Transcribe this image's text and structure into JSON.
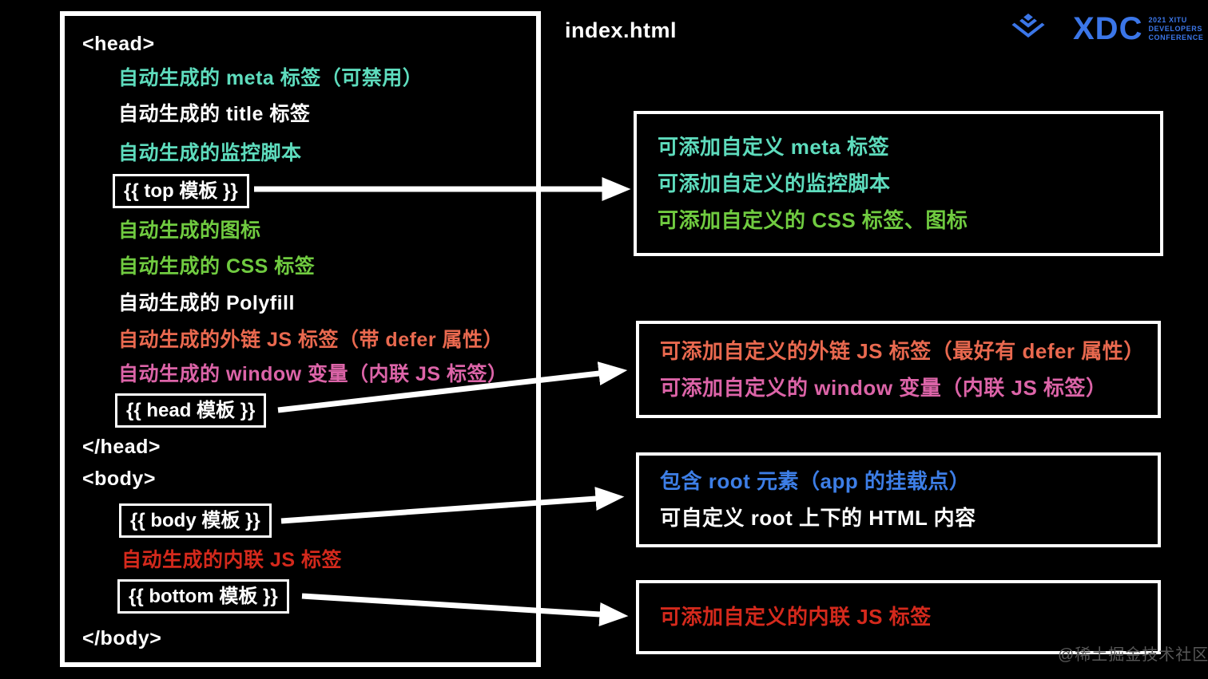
{
  "colors": {
    "background": "#000000",
    "white": "#ffffff",
    "teal": "#5edcbd",
    "green": "#70cb40",
    "salmon": "#e9694f",
    "pink": "#dc64a8",
    "red": "#d4291c",
    "blue": "#3d7ee6",
    "logo_blue": "#3b76e8",
    "watermark": "#585858"
  },
  "header": {
    "title": "index.html",
    "logo": {
      "brand": "XDC",
      "tagline_lines": [
        "2021 XITU",
        "DEVELOPERS",
        "CONFERENCE"
      ]
    }
  },
  "code_panel": {
    "lines": [
      {
        "text": "<head>",
        "color": "white"
      },
      {
        "text": "自动生成的 meta 标签（可禁用）",
        "color": "teal"
      },
      {
        "text": "自动生成的 title 标签",
        "color": "white"
      },
      {
        "text": "自动生成的监控脚本",
        "color": "teal"
      },
      {
        "text": "{{ top 模板 }}",
        "color": "white"
      },
      {
        "text": "自动生成的图标",
        "color": "green"
      },
      {
        "text": "自动生成的 CSS 标签",
        "color": "green"
      },
      {
        "text": "自动生成的 Polyfill",
        "color": "white"
      },
      {
        "text": "自动生成的外链 JS 标签（带 defer 属性）",
        "color": "salmon"
      },
      {
        "text": "自动生成的 window 变量（内联 JS 标签）",
        "color": "pink"
      },
      {
        "text": "{{ head 模板 }}",
        "color": "white"
      },
      {
        "text": "</head>",
        "color": "white"
      },
      {
        "text": "<body>",
        "color": "white"
      },
      {
        "text": "{{ body 模板 }}",
        "color": "white"
      },
      {
        "text": "自动生成的内联 JS 标签",
        "color": "red"
      },
      {
        "text": "{{ bottom 模板 }}",
        "color": "white"
      },
      {
        "text": "</body>",
        "color": "white"
      }
    ]
  },
  "callouts": [
    {
      "lines": [
        {
          "text": "可添加自定义 meta 标签",
          "color": "teal"
        },
        {
          "text": "可添加自定义的监控脚本",
          "color": "teal"
        },
        {
          "text": "可添加自定义的 CSS 标签、图标",
          "color": "green"
        }
      ]
    },
    {
      "lines": [
        {
          "text": "可添加自定义的外链 JS 标签（最好有 defer 属性）",
          "color": "salmon"
        },
        {
          "text": "可添加自定义的 window 变量（内联 JS 标签）",
          "color": "pink"
        }
      ]
    },
    {
      "lines": [
        {
          "text": "包含 root 元素（app 的挂载点）",
          "color": "blue"
        },
        {
          "text": "可自定义 root 上下的 HTML 内容",
          "color": "white"
        }
      ]
    },
    {
      "lines": [
        {
          "text": "可添加自定义的内联 JS 标签",
          "color": "red"
        }
      ]
    }
  ],
  "watermark": "@稀土掘金技术社区"
}
